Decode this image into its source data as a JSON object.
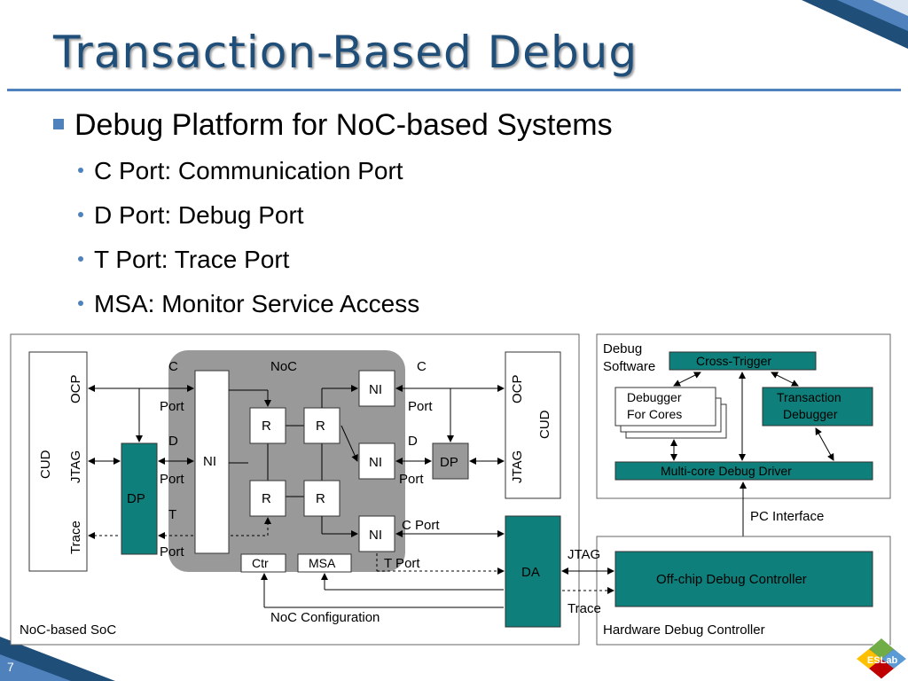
{
  "slide": {
    "title": "Transaction-Based Debug",
    "page_number": "7",
    "logo_text": "ESLab"
  },
  "bullets": {
    "main": "Debug Platform for NoC-based Systems",
    "items": [
      "C Port: Communication Port",
      "D Port: Debug Port",
      "T Port: Trace Port",
      "MSA: Monitor Service Access"
    ]
  },
  "diagram": {
    "soc": {
      "label": "NoC-based SoC",
      "cud_left": "CUD",
      "ocp_left": "OCP",
      "jtag_left": "JTAG",
      "trace_left": "Trace",
      "dp_left": "DP",
      "noc_label": "NoC",
      "ni_left": "NI",
      "routers": [
        "R",
        "R",
        "R",
        "R"
      ],
      "ni_right": [
        "NI",
        "NI",
        "NI"
      ],
      "ctr": "Ctr",
      "msa": "MSA",
      "dp_right": "DP",
      "cud_right": "CUD",
      "ocp_right": "OCP",
      "jtag_right": "JTAG",
      "c_left": "C",
      "port_left_1": "Port",
      "d_left": "D",
      "port_left_2": "Port",
      "t_left": "T",
      "port_left_3": "Port",
      "c_right": "C",
      "port_right_1": "Port",
      "d_right": "D",
      "port_right_2": "Port",
      "c_port_right": "C Port",
      "t_port_right": "T Port",
      "da": "DA",
      "noc_config": "NoC Configuration"
    },
    "software": {
      "label_line1": "Debug",
      "label_line2": "Software",
      "cross_trigger": "Cross-Trigger",
      "debugger_line1": "Debugger",
      "debugger_line2": "For Cores",
      "transaction_line1": "Transaction",
      "transaction_line2": "Debugger",
      "driver": "Multi-core Debug Driver"
    },
    "pc_interface": "PC Interface",
    "hardware": {
      "label": "Hardware Debug Controller",
      "controller": "Off-chip Debug Controller",
      "jtag": "JTAG",
      "trace": "Trace"
    }
  },
  "colors": {
    "title": "#1f4e79",
    "accent": "#4f81bd",
    "teal": "#0e7f7a",
    "noc_gray": "#999999"
  }
}
